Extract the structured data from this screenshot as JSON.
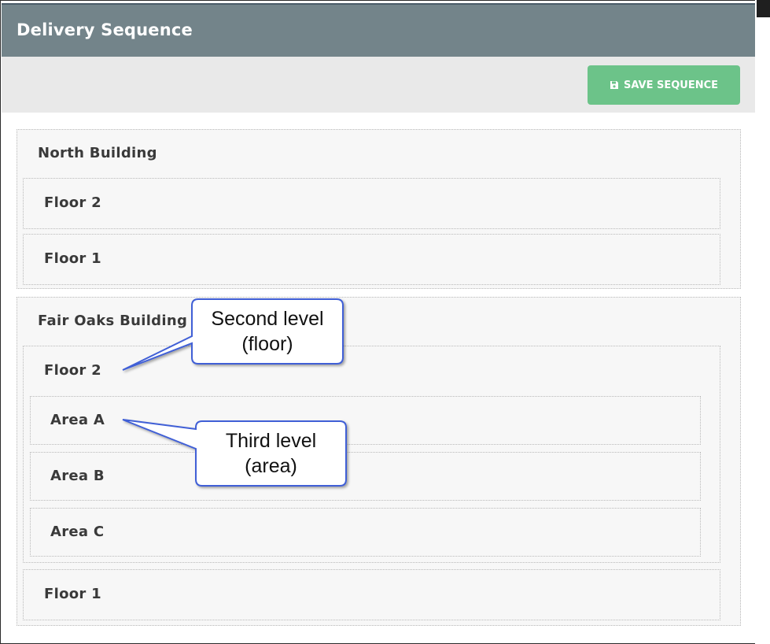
{
  "header": {
    "title": "Delivery Sequence"
  },
  "toolbar": {
    "save_label": "SAVE SEQUENCE",
    "save_icon": "floppy-disk-icon",
    "save_color": "#6cc389"
  },
  "colors": {
    "header_bg": "#73848a",
    "toolbar_bg": "#e9e9e9",
    "callout_border": "#3f5fd6"
  },
  "buildings": [
    {
      "name": "North Building",
      "floors": [
        {
          "name": "Floor 2",
          "areas": []
        },
        {
          "name": "Floor 1",
          "areas": []
        }
      ]
    },
    {
      "name": "Fair Oaks Building",
      "floors": [
        {
          "name": "Floor 2",
          "areas": [
            "Area A",
            "Area B",
            "Area C"
          ]
        },
        {
          "name": "Floor 1",
          "areas": []
        }
      ]
    }
  ],
  "callouts": {
    "second_level": {
      "line1": "Second level",
      "line2": "(floor)"
    },
    "third_level": {
      "line1": "Third level",
      "line2": "(area)"
    }
  }
}
